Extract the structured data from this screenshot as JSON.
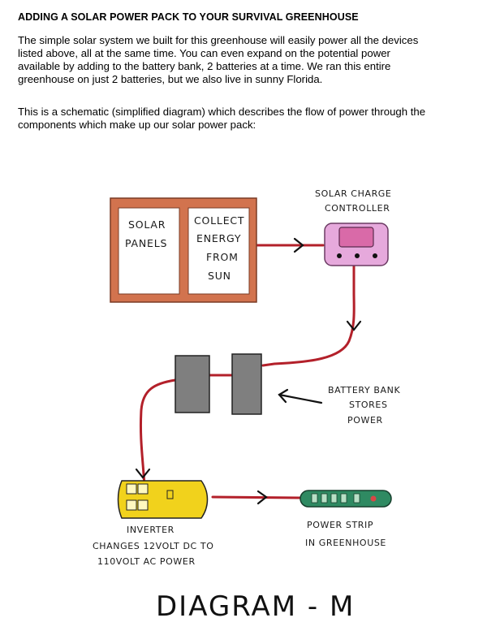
{
  "header": {
    "title": "ADDING A SOLAR POWER PACK TO YOUR SURVIVAL GREENHOUSE"
  },
  "body": {
    "p1": [
      "The simple solar system we built for this greenhouse will easily power all the devices",
      "listed above, all at the same time. You can even expand on the potential power",
      "available by adding to the battery bank, 2 batteries at a time. We ran this entire",
      "greenhouse on just 2 batteries, but we also live in sunny Florida."
    ],
    "p2": [
      "This is a schematic (simplified diagram) which describes the flow of power through the",
      "components which make up our solar power pack:"
    ]
  },
  "diagram": {
    "panels": {
      "label_line1": "SOLAR",
      "label_line2": "PANELS",
      "desc_line1": "COLLECT",
      "desc_line2": "ENERGY",
      "desc_line3": "FROM",
      "desc_line4": "SUN"
    },
    "controller": {
      "line1": "SOLAR CHARGE",
      "line2": "CONTROLLER"
    },
    "battery": {
      "line1": "BATTERY BANK",
      "line2": "STORES",
      "line3": "POWER"
    },
    "inverter": {
      "line1": "INVERTER",
      "line2": "CHANGES 12VOLT DC TO",
      "line3": "110VOLT AC POWER"
    },
    "strip": {
      "line1": "POWER STRIP",
      "line2": "IN GREENHOUSE"
    },
    "caption": "DIAGRAM - M",
    "colors": {
      "wire": "#b3202a",
      "frame": "#d2734e",
      "controller": "#e6a9dc",
      "battery": "#7f7f7f",
      "inverter": "#f1d21c",
      "strip": "#2f8a62"
    }
  }
}
